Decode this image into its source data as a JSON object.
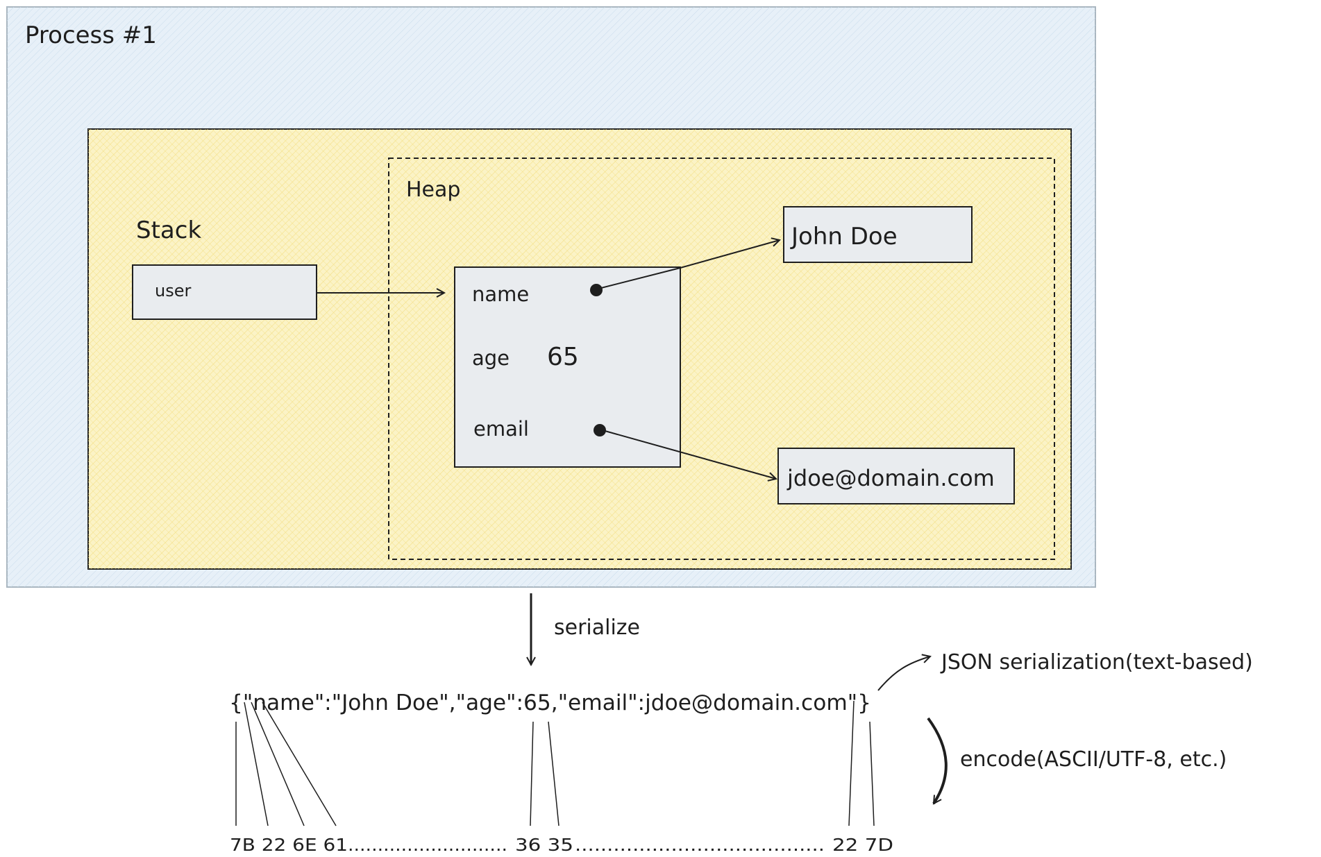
{
  "process": {
    "title": "Process #1"
  },
  "stack": {
    "title": "Stack",
    "variable": "user"
  },
  "heap": {
    "title": "Heap",
    "object": {
      "name_key": "name",
      "age_key": "age",
      "age_value": "65",
      "email_key": "email"
    },
    "name_value": "John Doe",
    "email_value": "jdoe@domain.com"
  },
  "flow": {
    "serialize_label": "serialize",
    "json_text": "{\"name\":\"John Doe\",\"age\":65,\"email\":jdoe@domain.com\"}",
    "json_note": "JSON serialization(text-based)",
    "encode_label": "encode(ASCII/UTF-8, etc.)",
    "bytes_start": "7B 22 6E 61",
    "dots_1": "...........................",
    "bytes_mid": "36 35",
    "dots_2": ".......................................",
    "bytes_end": "22 7D"
  },
  "colors": {
    "process_fill": "#e7f0f8",
    "process_border": "#a9b6c0",
    "stack_fill": "#fbf3c6",
    "box_fill": "#e9ecef",
    "ink": "#1e1e1e"
  }
}
